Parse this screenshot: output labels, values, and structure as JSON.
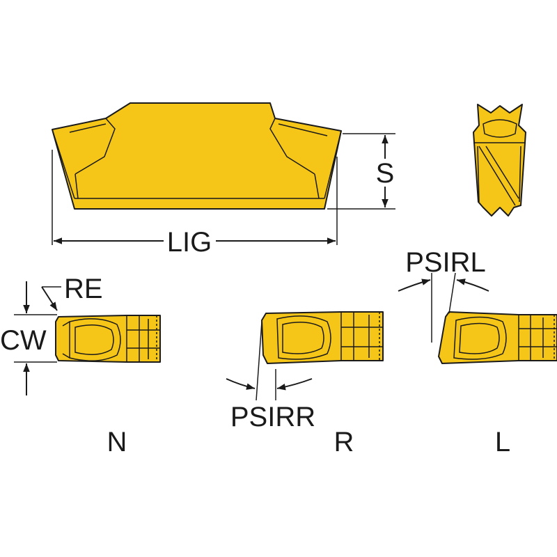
{
  "labels": {
    "lig": "LIG",
    "s": "S",
    "re": "RE",
    "cw": "CW",
    "psirl": "PSIRL",
    "psirr": "PSIRR",
    "variant_n": "N",
    "variant_r": "R",
    "variant_l": "L"
  },
  "colors": {
    "insert_fill": "#f5c518",
    "outline": "#1a1a1a",
    "background": "#ffffff"
  }
}
